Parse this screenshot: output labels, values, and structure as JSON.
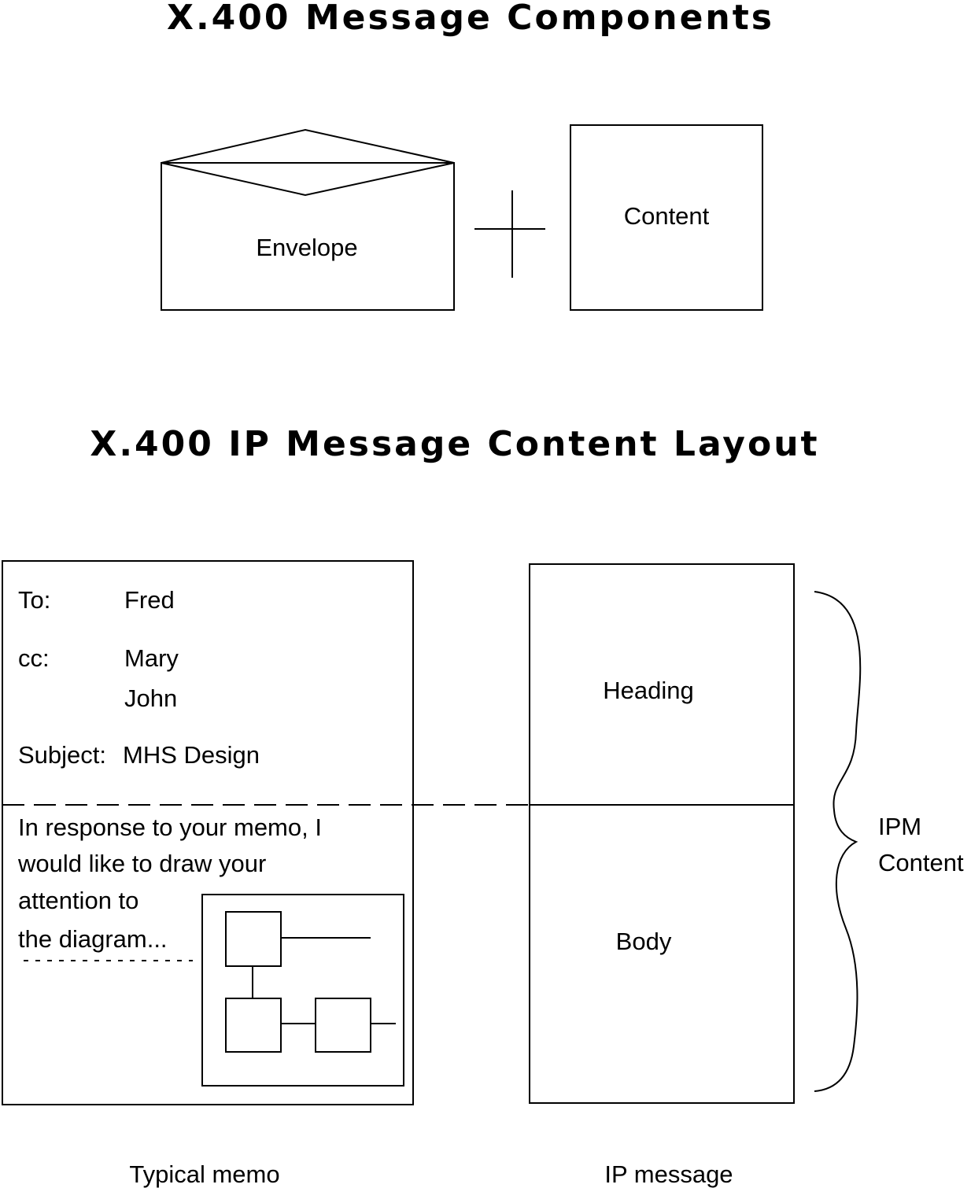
{
  "titles": {
    "components": "X.400 Message Components",
    "layout": "X.400 IP Message Content Layout"
  },
  "components": {
    "envelope_label": "Envelope",
    "content_label": "Content"
  },
  "memo": {
    "to_label": "To:",
    "to_value": "Fred",
    "cc_label": "cc:",
    "cc_value_1": "Mary",
    "cc_value_2": "John",
    "subject_label": "Subject:",
    "subject_value": "MHS Design",
    "body_line_1": "In response to your memo, I",
    "body_line_2": "would like to draw your",
    "body_line_3": "attention to",
    "body_line_4": "the diagram...",
    "caption": "Typical memo"
  },
  "ip_message": {
    "heading_label": "Heading",
    "body_label": "Body",
    "caption": "IP message",
    "brace_label_1": "IPM",
    "brace_label_2": "Content"
  },
  "colors": {
    "ink": "#000000",
    "background": "#ffffff"
  }
}
